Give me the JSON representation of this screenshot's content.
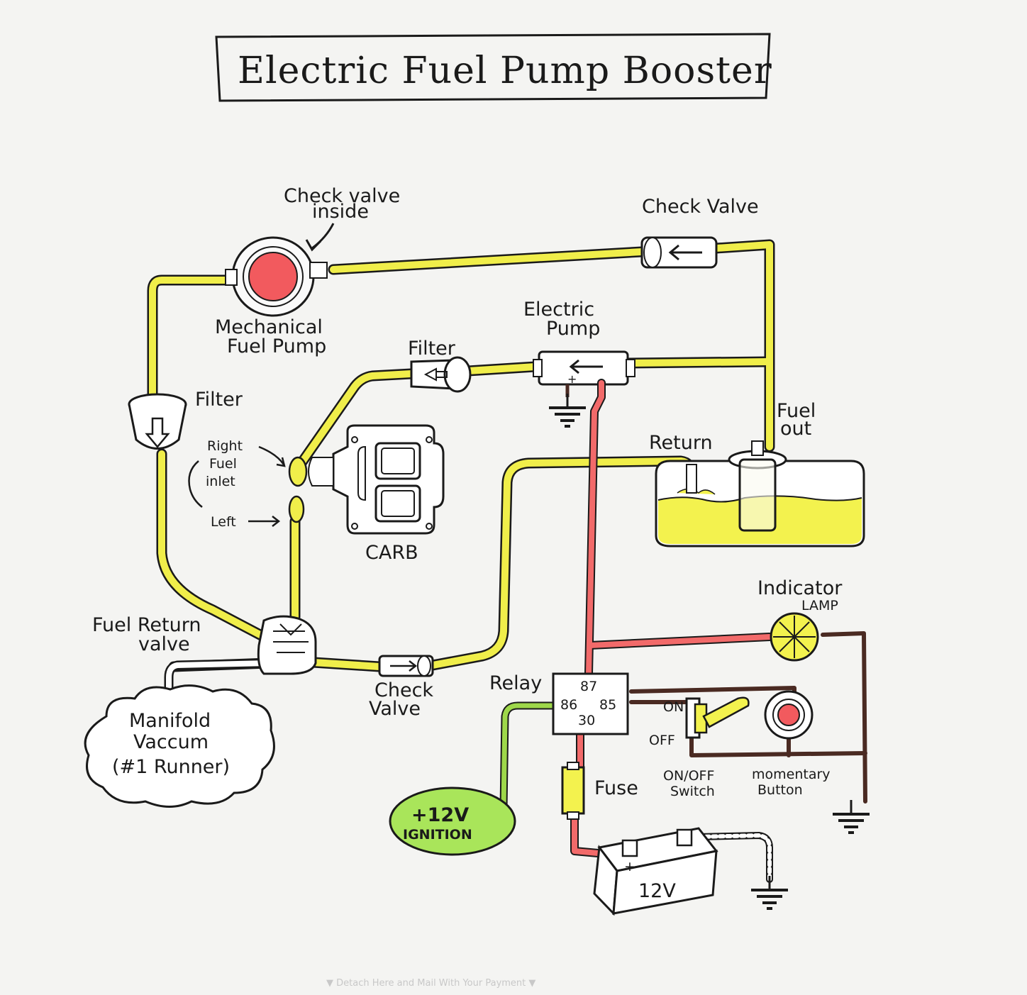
{
  "title": "Electric Fuel Pump Booster",
  "labels": {
    "check_valve_inside_1": "Check valve",
    "check_valve_inside_2": "inside",
    "check_valve_top": "Check Valve",
    "mech_pump_1": "Mechanical",
    "mech_pump_2": "Fuel Pump",
    "electric_pump_1": "Electric",
    "electric_pump_2": "Pump",
    "filter_top": "Filter",
    "filter_left": "Filter",
    "fuel_out_1": "Fuel",
    "fuel_out_2": "out",
    "return": "Return",
    "right_1": "Right",
    "right_2": "Fuel",
    "right_3": "inlet",
    "left": "Left",
    "carb": "CARB",
    "indicator_1": "Indicator",
    "indicator_2": "LAMP",
    "fuel_return_1": "Fuel Return",
    "fuel_return_2": "valve",
    "check_valve_bottom_1": "Check",
    "check_valve_bottom_2": "Valve",
    "relay": "Relay",
    "relay_87": "87",
    "relay_86": "86",
    "relay_85": "85",
    "relay_30": "30",
    "on": "ON",
    "off": "OFF",
    "on_off_1": "ON/OFF",
    "on_off_2": "Switch",
    "momentary_1": "momentary",
    "momentary_2": "Button",
    "fuse": "Fuse",
    "manifold_1": "Manifold",
    "manifold_2": "Vaccum",
    "manifold_3": "(#1 Runner)",
    "ignition_1": "+12V",
    "ignition_2": "IGNITION",
    "battery": "12V",
    "battery_plus": "+",
    "faint_text": "▼ Detach Here and Mail With Your Payment ▼"
  },
  "colors": {
    "fuel_line": "#f0ee4a",
    "power_wire": "#f26a6a",
    "ignition_wire": "#9ed84a",
    "ground_wire": "#4a2a22",
    "pump_red": "#f25a5e",
    "ignition_bubble": "#a9e55a",
    "tank_fuel": "#f3f24e",
    "ink": "#1a1a1a"
  },
  "icons": [
    "arrow-left-icon",
    "arrow-down-icon",
    "arrow-right-icon",
    "ground-symbol-icon",
    "lamp-icon",
    "toggle-switch-icon",
    "push-button-icon",
    "battery-icon",
    "cloud-icon"
  ]
}
